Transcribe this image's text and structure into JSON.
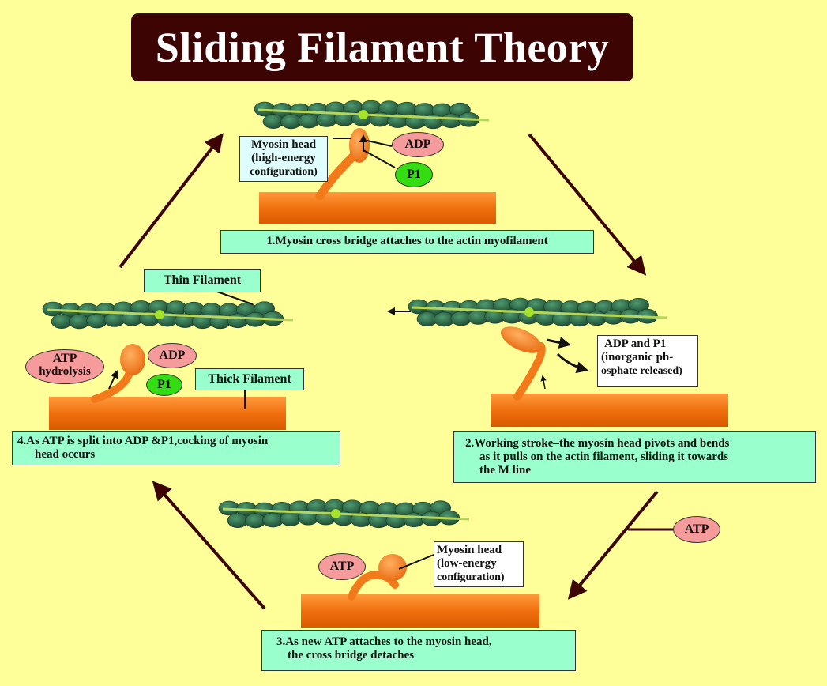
{
  "title": "Sliding Filament Theory",
  "steps": {
    "step1": "1.Myosin cross bridge attaches to the actin myofilament",
    "step2_line1": "2.Working stroke–the myosin head pivots and bends",
    "step2_line2": "as it pulls on the actin filament, sliding it towards",
    "step2_line3": "the M line",
    "step3_line1": "3.As new ATP attaches to the myosin head,",
    "step3_line2": "the cross bridge detaches",
    "step4_line1": "4.As ATP is split into ADP &P1,cocking of myosin",
    "step4_line2": "head occurs"
  },
  "labels": {
    "myosin_high_1": "Myosin head",
    "myosin_high_2": "(high-energy",
    "myosin_high_3": "configuration)",
    "myosin_low_1": "Myosin head",
    "myosin_low_2": "(low-energy",
    "myosin_low_3": "configuration)",
    "thin_filament": "Thin Filament",
    "thick_filament": "Thick Filament",
    "adp_p1_1": "ADP and P1",
    "adp_p1_2": "(inorganic ph-",
    "adp_p1_3": "osphate released)",
    "atp_hydrolysis_1": "ATP",
    "atp_hydrolysis_2": "hydrolysis",
    "adp_top": "ADP",
    "p1_top": "P1",
    "adp_left": "ADP",
    "p1_left": "P1",
    "atp_right": "ATP",
    "atp_bottom": "ATP"
  },
  "colors": {
    "background": "#ffff99",
    "title_bg": "#3d0404",
    "label_box": "#99ffcc",
    "actin": "#2f6b4a",
    "tropomyosin": "#b5d65a",
    "myosin": "#f27a1a",
    "arrow": "#3d0404",
    "adp_atp_oval": "#f59b9b",
    "p1_oval": "#33dd11"
  }
}
